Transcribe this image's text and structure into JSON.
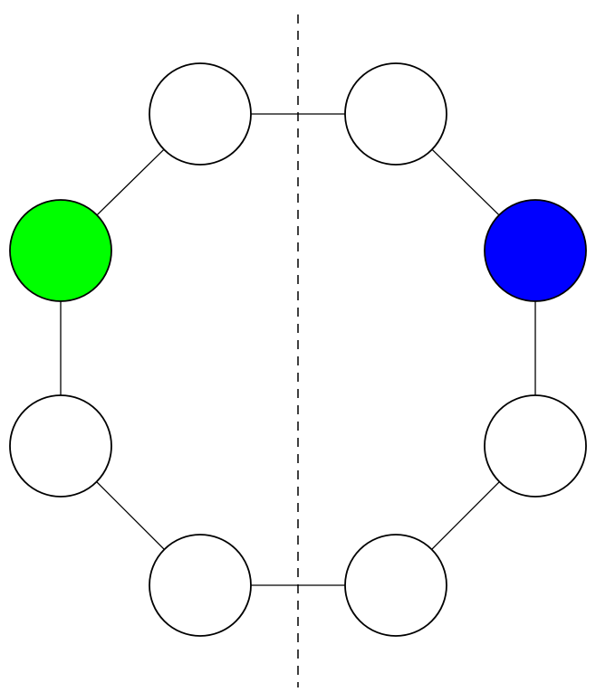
{
  "diagram": {
    "type": "cycle-graph",
    "node_count": 8,
    "nodes": [
      {
        "id": "top-left",
        "fill": "#ffffff"
      },
      {
        "id": "top-right",
        "fill": "#ffffff"
      },
      {
        "id": "right-upper",
        "fill": "#0000ff"
      },
      {
        "id": "right-lower",
        "fill": "#ffffff"
      },
      {
        "id": "bottom-right",
        "fill": "#ffffff"
      },
      {
        "id": "bottom-left",
        "fill": "#ffffff"
      },
      {
        "id": "left-lower",
        "fill": "#ffffff"
      },
      {
        "id": "left-upper",
        "fill": "#00ff00"
      }
    ],
    "edges": [
      [
        "top-left",
        "top-right"
      ],
      [
        "top-right",
        "right-upper"
      ],
      [
        "right-upper",
        "right-lower"
      ],
      [
        "right-lower",
        "bottom-right"
      ],
      [
        "bottom-right",
        "bottom-left"
      ],
      [
        "bottom-left",
        "left-lower"
      ],
      [
        "left-lower",
        "left-upper"
      ],
      [
        "left-upper",
        "top-left"
      ]
    ],
    "divider": {
      "style": "dashed",
      "orientation": "vertical"
    },
    "colors": {
      "stroke": "#000000",
      "default_fill": "#ffffff",
      "highlight_green": "#00ff00",
      "highlight_blue": "#0000ff"
    }
  }
}
